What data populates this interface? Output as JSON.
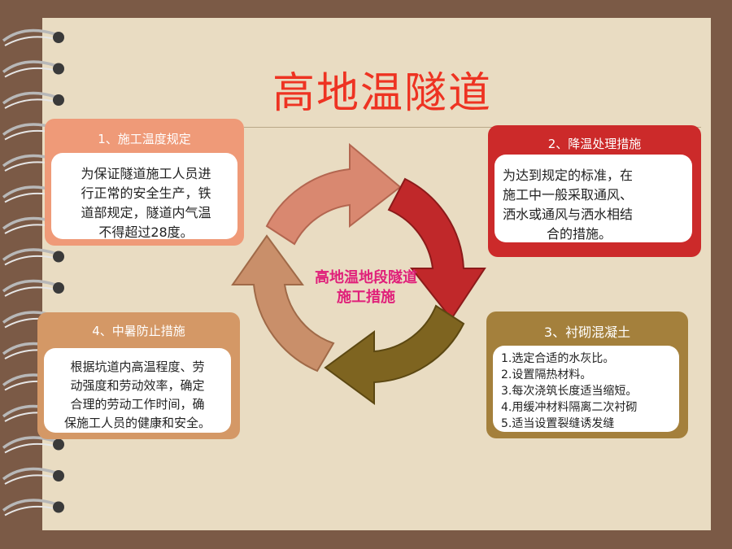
{
  "title": "高地温隧道",
  "center": {
    "line1": "高地温地段隧道",
    "line2": "施工措施"
  },
  "cards": [
    {
      "heading": "1、施工温度规定",
      "lines": [
        "为保证隧道施工人员进",
        "行正常的安全生产，铁",
        "道部规定，隧道内气温",
        "不得超过28度。"
      ]
    },
    {
      "heading": "2、降温处理措施",
      "lines": [
        "为达到规定的标准，在",
        "施工中一般采取通风、",
        "洒水或通风与洒水相结",
        "合的措施。"
      ]
    },
    {
      "heading": "3、衬砌混凝土",
      "lines": [
        "1.选定合适的水灰比。",
        "2.设置隔热材料。",
        "3.每次浇筑长度适当缩短。",
        "4.用缓冲材料隔离二次衬砌",
        "5.适当设置裂缝诱发缝"
      ]
    },
    {
      "heading": "4、中暑防止措施",
      "lines": [
        "根据坑道内高温程度、劳",
        "动强度和劳动效率，确定",
        "合理的劳动工作时间，确",
        "保施工人员的健康和安全。"
      ]
    }
  ],
  "colors": {
    "title": "#ee3322",
    "center_text": "#e0207a",
    "card1": "#ef9a78",
    "card2": "#cc2a2a",
    "card3": "#a4803c",
    "card4": "#d49866",
    "arrow1": "#d98870",
    "arrow2": "#c0282a",
    "arrow3": "#7e6420",
    "arrow4": "#c98f6a"
  }
}
